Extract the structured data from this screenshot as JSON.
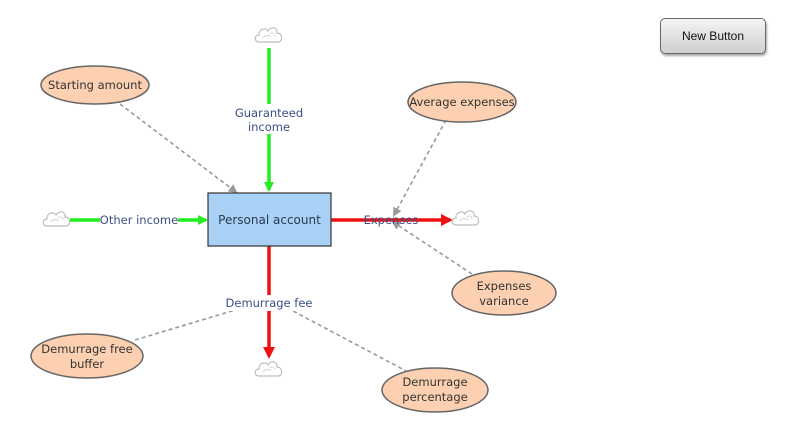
{
  "diagram": {
    "stock": {
      "label": "Personal account"
    },
    "flows": {
      "guaranteed_income": {
        "label_line1": "Guaranteed",
        "label_line2": "income"
      },
      "other_income": {
        "label": "Other income"
      },
      "expenses": {
        "label": "Expenses"
      },
      "demurrage_fee": {
        "label": "Demurrage fee"
      }
    },
    "variables": {
      "starting_amount": {
        "label": "Starting amount"
      },
      "average_expenses": {
        "label": "Average expenses"
      },
      "expenses_variance": {
        "label_line1": "Expenses",
        "label_line2": "variance"
      },
      "demurrage_free_buffer": {
        "label_line1": "Demurrage free",
        "label_line2": "buffer"
      },
      "demurrage_percentage": {
        "label_line1": "Demurrage",
        "label_line2": "percentage"
      }
    },
    "clouds": [
      "cloud-icon",
      "cloud-icon",
      "cloud-icon",
      "cloud-icon"
    ],
    "colors": {
      "inflow": "#22ee22",
      "outflow": "#ee1111",
      "stock_fill": "#a8d1f5",
      "variable_fill": "#fdd0b1",
      "link": "#9a9a9a"
    }
  },
  "toolbar": {
    "new_button_label": "New Button"
  }
}
